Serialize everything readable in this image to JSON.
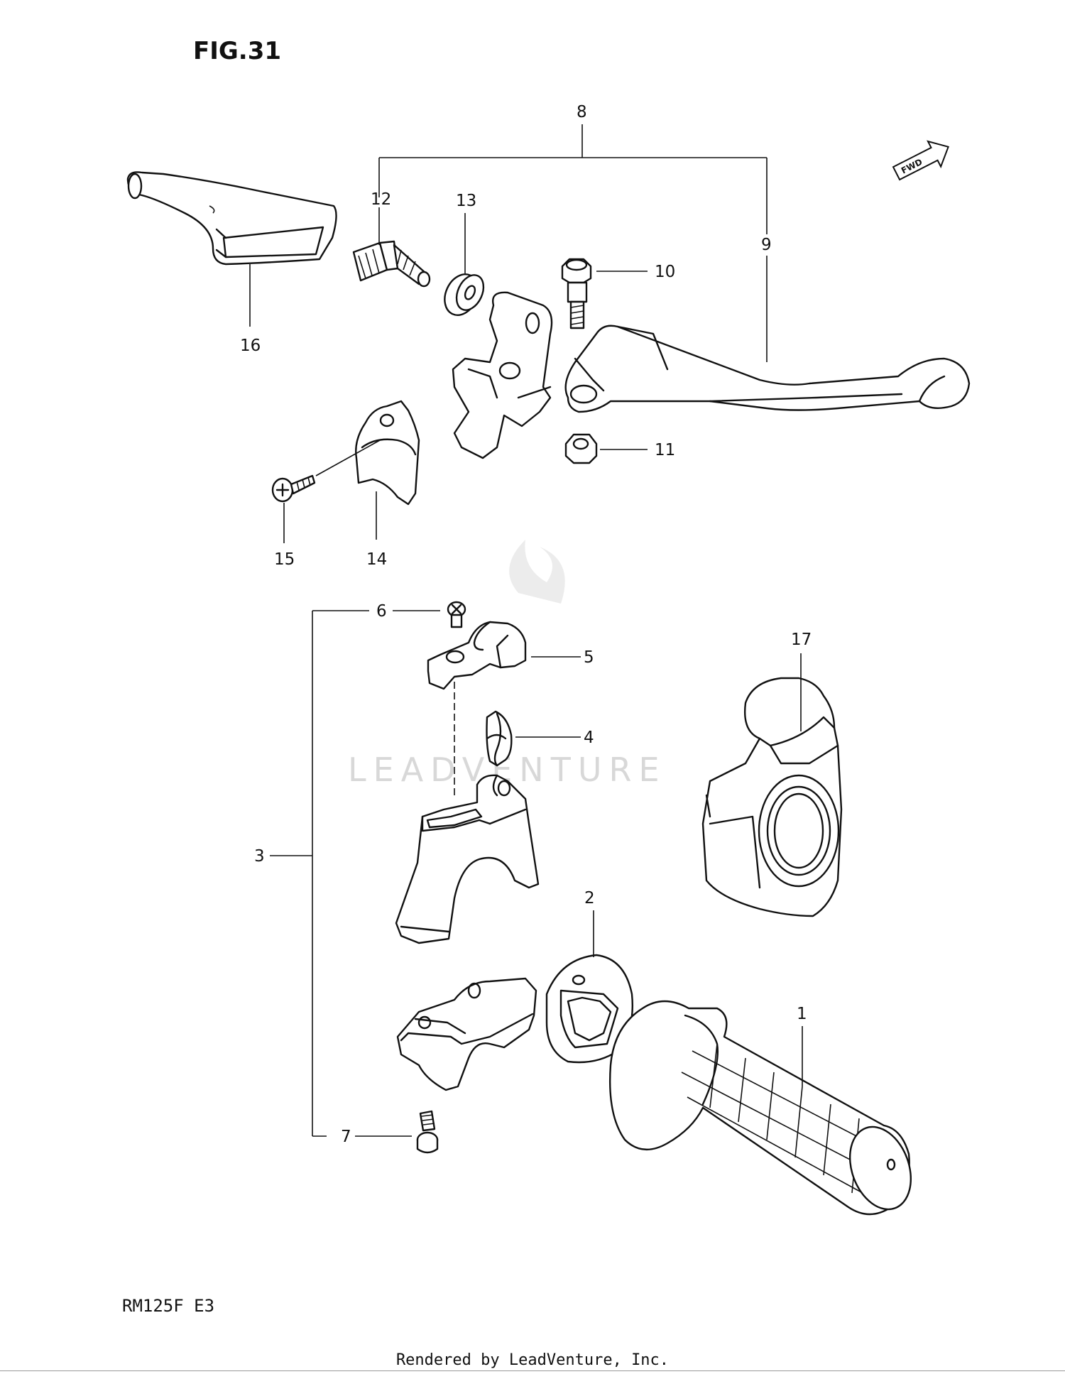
{
  "figure_title": "FIG.31",
  "model_code": "RM125F  E3",
  "fwd_label": "FWD",
  "watermark": "LEADVENTURE",
  "footer": "Rendered by LeadVenture, Inc.",
  "callouts": {
    "c1": "1",
    "c2": "2",
    "c3": "3",
    "c4": "4",
    "c5": "5",
    "c6": "6",
    "c7": "7",
    "c8": "8",
    "c9": "9",
    "c10": "10",
    "c11": "11",
    "c12": "12",
    "c13": "13",
    "c14": "14",
    "c15": "15",
    "c16": "16",
    "c17": "17"
  }
}
